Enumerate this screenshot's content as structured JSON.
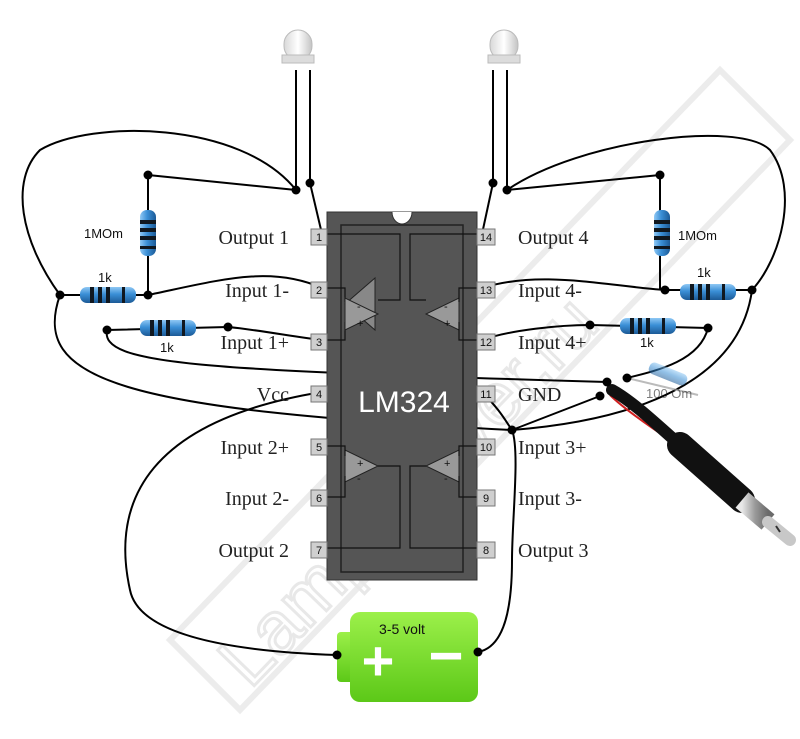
{
  "chip": {
    "name": "LM324",
    "body_color": "#555555",
    "pins_left": [
      {
        "num": "1",
        "label": "Output 1"
      },
      {
        "num": "2",
        "label": "Input 1-"
      },
      {
        "num": "3",
        "label": "Input 1+"
      },
      {
        "num": "4",
        "label": "Vcc"
      },
      {
        "num": "5",
        "label": "Input 2+"
      },
      {
        "num": "6",
        "label": "Input 2-"
      },
      {
        "num": "7",
        "label": "Output 2"
      }
    ],
    "pins_right": [
      {
        "num": "14",
        "label": "Output 4"
      },
      {
        "num": "13",
        "label": "Input 4-"
      },
      {
        "num": "12",
        "label": "Input 4+"
      },
      {
        "num": "11",
        "label": "GND"
      },
      {
        "num": "10",
        "label": "Input 3+"
      },
      {
        "num": "9",
        "label": "Input 3-"
      },
      {
        "num": "8",
        "label": "Output 3"
      }
    ],
    "opamp_signs": {
      "minus": "-",
      "plus": "+"
    }
  },
  "resistors": {
    "r_feedback_left": {
      "label": "1MOm"
    },
    "r_input_left_minus": {
      "label": "1k"
    },
    "r_input_left_plus": {
      "label": "1k"
    },
    "r_feedback_right": {
      "label": "1MOm"
    },
    "r_input_right_minus": {
      "label": "1k"
    },
    "r_input_right_plus": {
      "label": "1k"
    },
    "r_audio": {
      "label": "100 Om"
    }
  },
  "battery": {
    "label": "3-5 volt",
    "plus": "+",
    "minus": "−",
    "color": "#77dd22"
  },
  "watermark": {
    "text": "LampaGyver.ru"
  },
  "colors": {
    "resistor_body": "#3a8fd6",
    "resistor_band": "#101820",
    "wire": "#000000",
    "cable_red": "#d02020"
  }
}
